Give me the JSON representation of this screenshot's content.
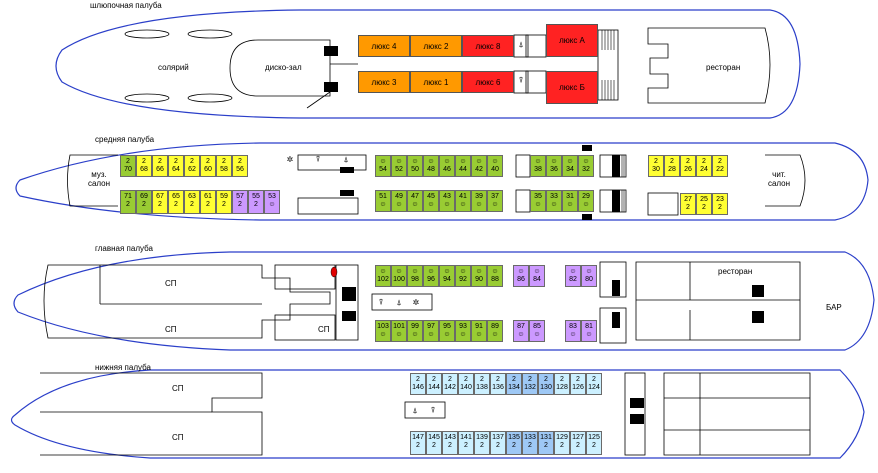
{
  "colors": {
    "deck_outline": "#2b3fc9",
    "cabin_yellow": "#ffff33",
    "cabin_green": "#99cc33",
    "cabin_purple": "#cc99ff",
    "cabin_lightblue": "#ccf0ff",
    "cabin_blue": "#9ec8f5",
    "lux_orange": "#ff9900",
    "lux_red": "#ff2222",
    "wall": "#000000"
  },
  "icons": {
    "single_bed": "single-berth-icon",
    "double_bed": "2-berth-icon",
    "toilet": "wc-icon",
    "stairs": "stairs-icon"
  },
  "decks": {
    "boat": {
      "title": "шлюпочная палуба",
      "labels": {
        "solarium": "солярий",
        "disco": "диско-зал",
        "restaurant": "ресторан"
      },
      "lux": [
        {
          "id": "boat-lux-4",
          "label": "люкс 4",
          "color": "orange"
        },
        {
          "id": "boat-lux-2",
          "label": "люкс 2",
          "color": "orange"
        },
        {
          "id": "boat-lux-8",
          "label": "люкс 8",
          "color": "red"
        },
        {
          "id": "boat-lux-a",
          "label": "люкс А",
          "color": "red"
        },
        {
          "id": "boat-lux-3",
          "label": "люкс 3",
          "color": "orange"
        },
        {
          "id": "boat-lux-1",
          "label": "люкс 1",
          "color": "orange"
        },
        {
          "id": "boat-lux-6",
          "label": "люкс 6",
          "color": "red"
        },
        {
          "id": "boat-lux-b",
          "label": "люкс Б",
          "color": "red"
        }
      ]
    },
    "middle": {
      "title": "средняя палуба",
      "labels": {
        "music_salon": "муз. салон",
        "reading_salon": "чит. салон"
      },
      "top_row_left": [
        {
          "n": "70",
          "v": "2",
          "c": "green"
        },
        {
          "n": "68",
          "v": "2",
          "c": "yellow"
        },
        {
          "n": "66",
          "v": "2",
          "c": "yellow"
        },
        {
          "n": "64",
          "v": "2",
          "c": "yellow"
        },
        {
          "n": "62",
          "v": "2",
          "c": "yellow"
        },
        {
          "n": "60",
          "v": "2",
          "c": "yellow"
        },
        {
          "n": "58",
          "v": "2",
          "c": "yellow"
        },
        {
          "n": "56",
          "v": "2",
          "c": "yellow"
        }
      ],
      "bottom_row_left": [
        {
          "n": "71",
          "v": "2",
          "c": "green"
        },
        {
          "n": "69",
          "v": "2",
          "c": "green"
        },
        {
          "n": "67",
          "v": "2",
          "c": "yellow"
        },
        {
          "n": "65",
          "v": "2",
          "c": "yellow"
        },
        {
          "n": "63",
          "v": "2",
          "c": "yellow"
        },
        {
          "n": "61",
          "v": "2",
          "c": "yellow"
        },
        {
          "n": "59",
          "v": "2",
          "c": "yellow"
        },
        {
          "n": "57",
          "v": "2",
          "c": "purple"
        },
        {
          "n": "55",
          "v": "2",
          "c": "purple"
        },
        {
          "n": "53",
          "v": "",
          "c": "purple"
        }
      ],
      "top_row_mid": [
        "54",
        "52",
        "50",
        "48",
        "46",
        "44",
        "42",
        "40"
      ],
      "bottom_row_mid": [
        "51",
        "49",
        "47",
        "45",
        "43",
        "41",
        "39",
        "37"
      ],
      "top_row_mid2": [
        "38",
        "36",
        "34",
        "32"
      ],
      "bottom_row_mid2": [
        "35",
        "33",
        "31",
        "29"
      ],
      "top_row_right": [
        {
          "n": "30",
          "v": "2"
        },
        {
          "n": "28",
          "v": "2"
        },
        {
          "n": "26",
          "v": "2"
        },
        {
          "n": "24",
          "v": "2"
        },
        {
          "n": "22",
          "v": "2"
        }
      ],
      "bottom_row_right": [
        {
          "n": "27",
          "v": "2"
        },
        {
          "n": "25",
          "v": "2"
        },
        {
          "n": "23",
          "v": "2"
        }
      ]
    },
    "main": {
      "title": "главная палуба",
      "labels": {
        "sp1": "СП",
        "sp2": "СП",
        "sp3": "СП",
        "restaurant": "ресторан",
        "bar": "БАР"
      },
      "top_green": [
        "102",
        "100",
        "98",
        "96",
        "94",
        "92",
        "90",
        "88"
      ],
      "top_purple": [
        "86",
        "84"
      ],
      "top_purple2": [
        "82",
        "80"
      ],
      "bottom_green": [
        "103",
        "101",
        "99",
        "97",
        "95",
        "93",
        "91",
        "89"
      ],
      "bottom_purple": [
        "87",
        "85"
      ],
      "bottom_purple2": [
        "83",
        "81"
      ]
    },
    "lower": {
      "title": "нижняя палуба",
      "labels": {
        "sp1": "СП",
        "sp2": "СП"
      },
      "top_row": [
        {
          "n": "146",
          "v": "2",
          "c": "lightblue"
        },
        {
          "n": "144",
          "v": "2",
          "c": "lightblue"
        },
        {
          "n": "142",
          "v": "2",
          "c": "lightblue"
        },
        {
          "n": "140",
          "v": "2",
          "c": "lightblue"
        },
        {
          "n": "138",
          "v": "2",
          "c": "lightblue"
        },
        {
          "n": "136",
          "v": "2",
          "c": "lightblue"
        },
        {
          "n": "134",
          "v": "2",
          "c": "blue"
        },
        {
          "n": "132",
          "v": "2",
          "c": "blue"
        },
        {
          "n": "130",
          "v": "2",
          "c": "blue"
        },
        {
          "n": "128",
          "v": "2",
          "c": "lightblue"
        },
        {
          "n": "126",
          "v": "2",
          "c": "lightblue"
        },
        {
          "n": "124",
          "v": "2",
          "c": "lightblue"
        }
      ],
      "bottom_row": [
        {
          "n": "147",
          "v": "2",
          "c": "lightblue"
        },
        {
          "n": "145",
          "v": "2",
          "c": "lightblue"
        },
        {
          "n": "143",
          "v": "2",
          "c": "lightblue"
        },
        {
          "n": "141",
          "v": "2",
          "c": "lightblue"
        },
        {
          "n": "139",
          "v": "2",
          "c": "lightblue"
        },
        {
          "n": "137",
          "v": "2",
          "c": "lightblue"
        },
        {
          "n": "135",
          "v": "2",
          "c": "blue"
        },
        {
          "n": "133",
          "v": "2",
          "c": "blue"
        },
        {
          "n": "131",
          "v": "2",
          "c": "blue"
        },
        {
          "n": "129",
          "v": "2",
          "c": "lightblue"
        },
        {
          "n": "127",
          "v": "2",
          "c": "lightblue"
        },
        {
          "n": "125",
          "v": "2",
          "c": "lightblue"
        }
      ]
    }
  }
}
